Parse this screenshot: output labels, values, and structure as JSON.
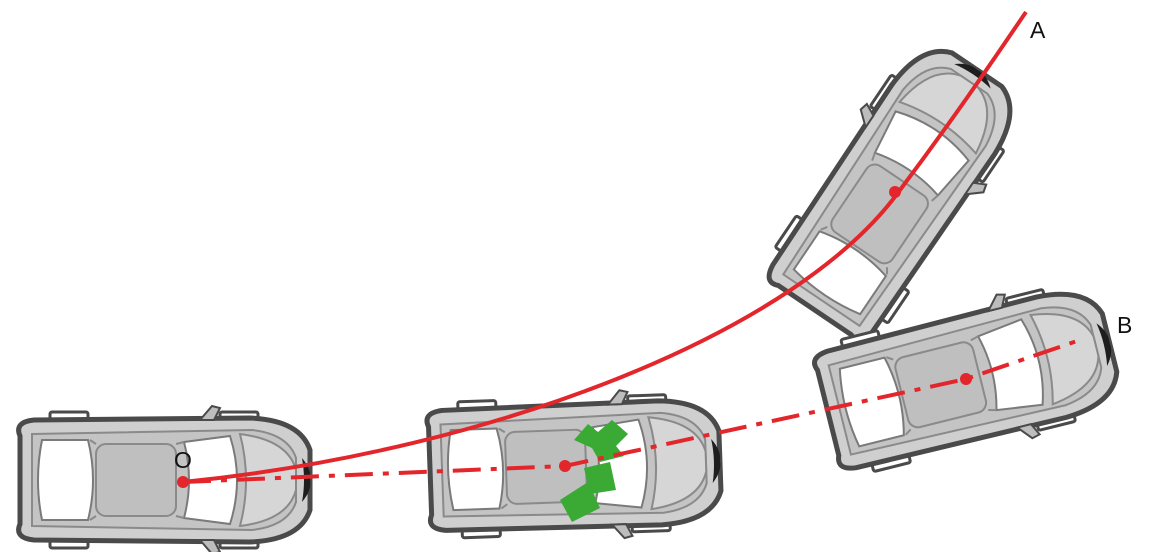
{
  "labels": {
    "origin": "O",
    "end_a": "A",
    "end_b": "B"
  },
  "colors": {
    "path": "#e3262b",
    "arrow": "#3aaa35",
    "car_body": "#c9c9c9",
    "car_outline": "#4a4a4a",
    "glass": "#ffffff"
  },
  "paths": [
    {
      "name": "path-to-a",
      "style": "solid"
    },
    {
      "name": "path-to-b",
      "style": "dashed"
    }
  ]
}
